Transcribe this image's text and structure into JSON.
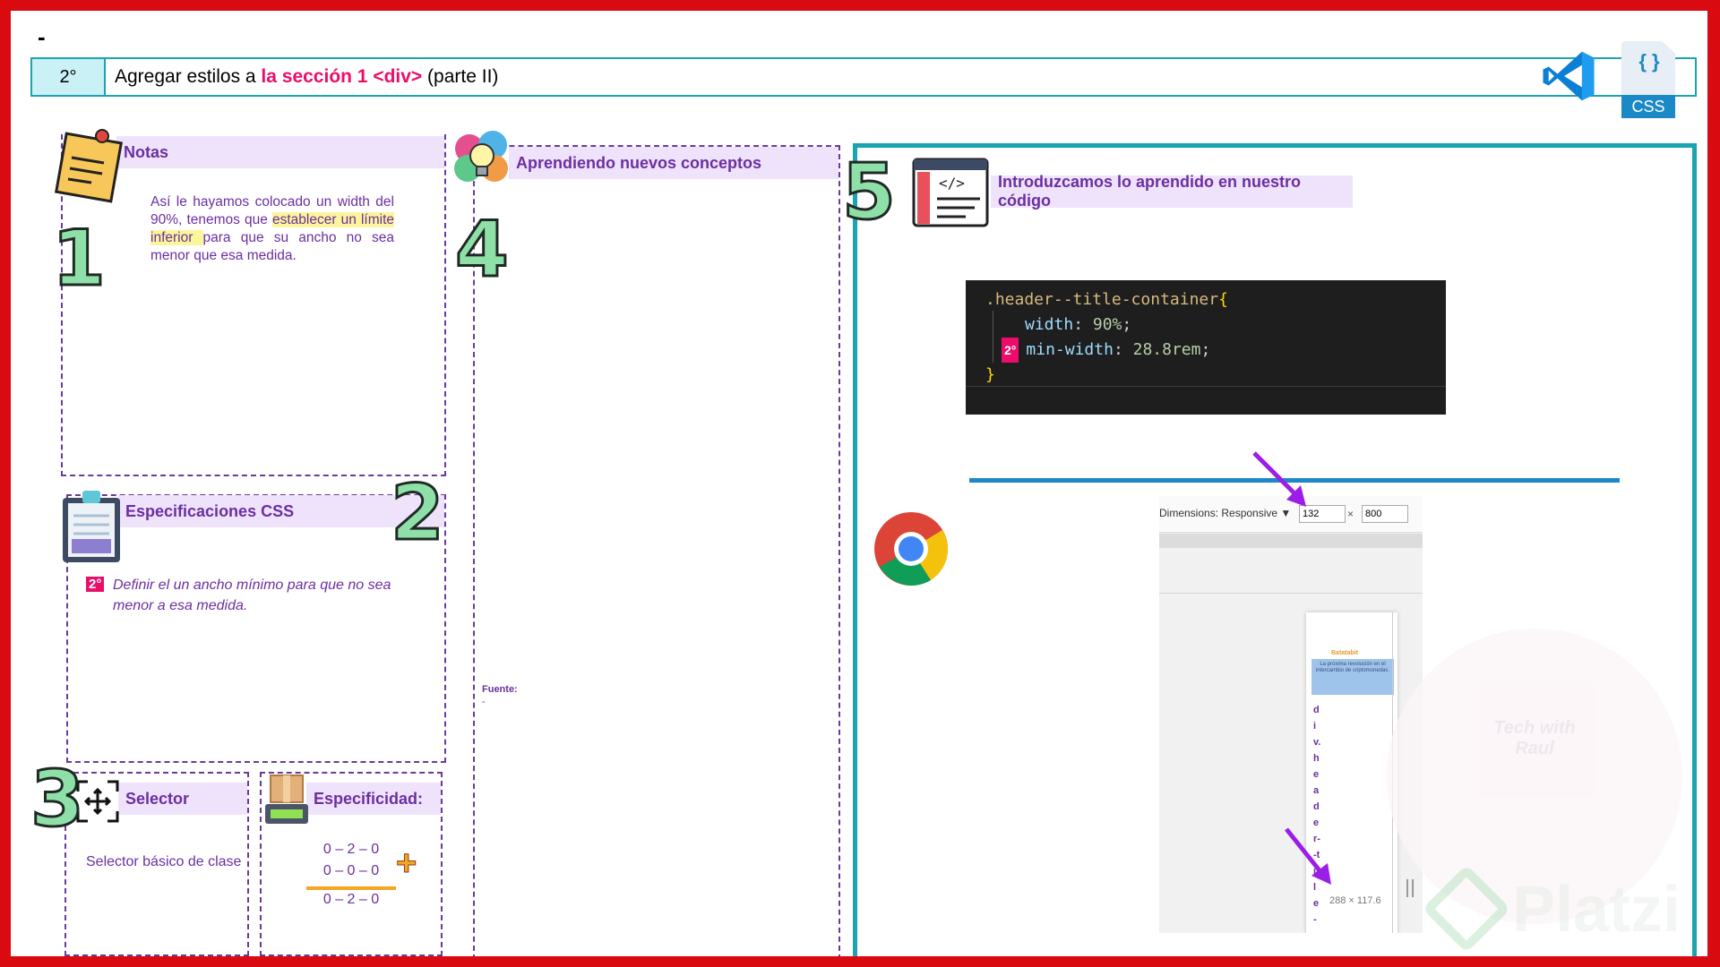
{
  "corner_mark": "-",
  "title_bar": {
    "step": "2°",
    "title_prefix": "Agregar estilos a ",
    "title_highlight": "la sección 1 <div>",
    "title_suffix": " (parte II)"
  },
  "css_badge": {
    "braces": "{ }",
    "label": "CSS"
  },
  "notes": {
    "number": "1",
    "header": "Notas",
    "text_a": "Así le hayamos colocado un width del 90%, tenemos que ",
    "text_highlight": "establecer un límite inferior ",
    "text_b": " para que su ancho no sea menor que esa medida."
  },
  "specs": {
    "number": "2",
    "header": "Especificaciones CSS",
    "tag": "2°",
    "text": "Definir el un ancho mínimo para que no sea menor a esa medida."
  },
  "selector": {
    "number": "3",
    "header": "Selector",
    "text": "Selector básico de clase"
  },
  "specificity": {
    "header": "Especificidad:",
    "row1": "0 – 2 – 0",
    "row2": "0 – 0 – 0",
    "total": "0 – 2 – 0",
    "plus": "+"
  },
  "concepts": {
    "number": "4",
    "header": "Aprendiendo nuevos conceptos",
    "source_label": "Fuente:",
    "source_value": "-"
  },
  "code_section": {
    "number": "5",
    "header": "Introduzcamos lo aprendido en nuestro código",
    "code": {
      "selector": ".header--title-container",
      "open": "{",
      "prop1": "width",
      "val1": "90%",
      "tag": "2°",
      "prop2": "min-width",
      "val2": "28.8rem",
      "close": "}"
    }
  },
  "devtools": {
    "dimensions_label": "Dimensions: Responsive ▼",
    "width_value": "132",
    "times": "×",
    "height_value": "800",
    "page_brand": "Batatabit",
    "page_tagline": "La próxima revolución en el intercambio de criptomonedas.",
    "vertical_text": "div.header--title-",
    "size_tooltip": "288 × 117.6"
  },
  "watermarks": {
    "platzi": "Platzi",
    "tech": "Tech with Raul"
  },
  "colors": {
    "frame": "#d90a10",
    "accent_purple": "#6b2fa0",
    "header_bg": "#efe3fb",
    "teal": "#1aa3b0",
    "pink": "#ec0d6b",
    "code_bg": "#1e1e1e"
  }
}
